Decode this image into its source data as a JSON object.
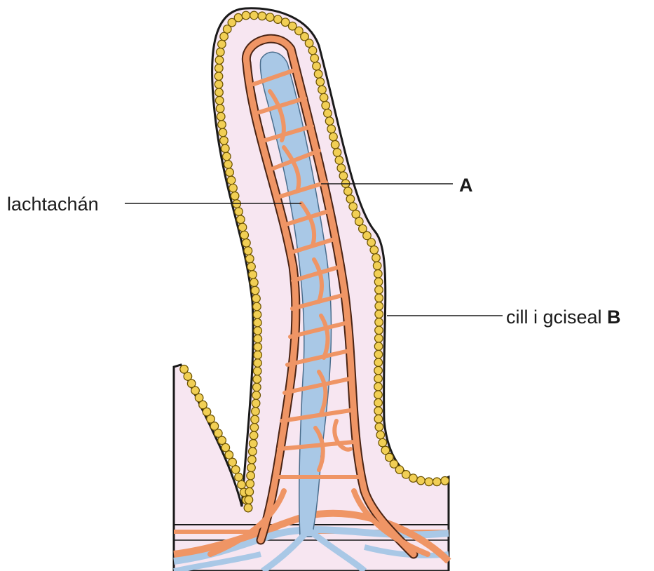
{
  "labels": {
    "lacteal": "lachtachán",
    "a": "A",
    "cell_prefix": "cill i gciseal ",
    "b": "B"
  },
  "colors": {
    "background": "#ffffff",
    "villus_fill": "#f7e6f1",
    "epithelium_cell": "#f1cf55",
    "epithelium_outline": "#6b5200",
    "capillary": "#ef9565",
    "capillary_outline": "#4a2414",
    "lacteal": "#a9c8e6",
    "outline": "#1a1a1a"
  }
}
